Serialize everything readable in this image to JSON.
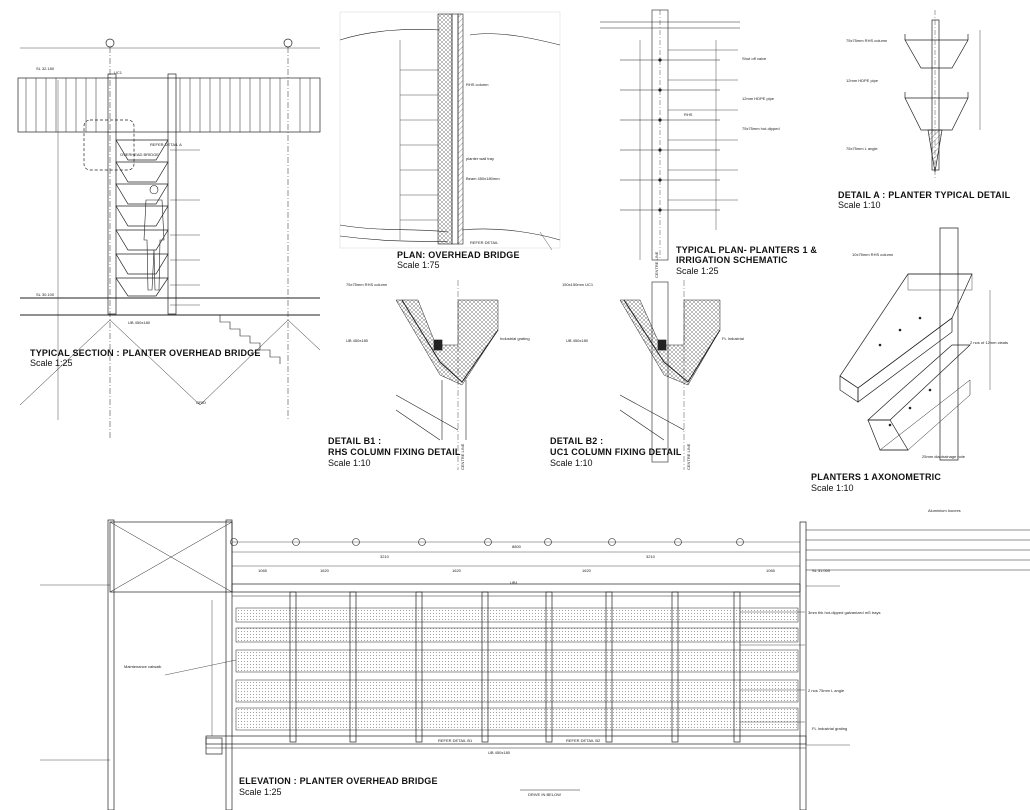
{
  "drawings": {
    "typical_section": {
      "title": "TYPICAL SECTION : PLANTER OVERHEAD BRIDGE",
      "scale": "Scale 1:25"
    },
    "plan_bridge": {
      "title": "PLAN: OVERHEAD BRIDGE",
      "scale": "Scale 1:75"
    },
    "typical_plan": {
      "title_line1": "TYPICAL PLAN- PLANTERS 1 &",
      "title_line2": "IRRIGATION SCHEMATIC",
      "scale": "Scale 1:25"
    },
    "detail_a": {
      "title": "DETAIL A : PLANTER TYPICAL DETAIL",
      "scale": "Scale 1:10"
    },
    "detail_b1": {
      "title_line1": "DETAIL B1 :",
      "title_line2": "RHS COLUMN FIXING DETAIL",
      "scale": "Scale 1:10"
    },
    "detail_b2": {
      "title_line1": "DETAIL B2 :",
      "title_line2": "UC1 COLUMN FIXING DETAIL",
      "scale": "Scale 1:10"
    },
    "axonometric": {
      "title": "PLANTERS 1 AXONOMETRIC",
      "scale": "Scale 1:10"
    },
    "elevation": {
      "title": "ELEVATION : PLANTER OVERHEAD BRIDGE",
      "scale": "Scale 1:25"
    }
  },
  "annotations": {
    "sec_overhead": "OVERHEAD BRIDGE",
    "sec_ub": "UB 450x180",
    "sec_refer": "REFER DETAIL A",
    "sec_uc1": "UC1",
    "sec_grid": "GRID",
    "b1_ub": "UB 450x180",
    "b1_rhs": "75x75mm RHS column",
    "b1_grating": "Industrial grating",
    "b1_centre": "CENTRE LINE",
    "b2_ub": "UB 450x180",
    "b2_uc": "150x150mm UC1",
    "b2_fl": "FL Industrial",
    "b2_centre": "CENTRE LINE",
    "a_rhs": "75x75mm RHS column",
    "a_hdpe": "12mm HDPE pipe",
    "a_angle": "75x75mm L angle",
    "axo_rhs": "10x75mm RHS column",
    "axo_cleat": "2 nos of 12mm cleats",
    "axo_drain": "25mm dia drainage hole",
    "el_ub1": "UB1",
    "el_refer1": "REFER DETAIL B1",
    "el_refer2": "REFER DETAIL B2",
    "el_ub": "UB 450x180",
    "el_drive": "DRIVE IN BELOW",
    "el_fl": "FL Industrial grating",
    "el_rhs": "3mm thk hot-dipped galvanized mS trays",
    "el_angle": "2 nos 75mm L angle",
    "el_maint": "Maintenance catwalk",
    "el_alu": "Aluminium louvres",
    "el_level": "SL 31.000",
    "el_dim_total": "8800",
    "el_dim_a": "3210",
    "el_dim_b": "1065",
    "el_dim_c": "1620",
    "plan_rhs": "RHS column",
    "plan_planter": "planter wall tray",
    "plan_beam": "Beam 450x180mm",
    "plan_refer": "REFER DETAIL",
    "tp_rhs": "RHS",
    "tp_valve": "Shut off valve",
    "tp_pipe": "12mm HDPE pipe",
    "tp_tray": "75x75mm hot-dipped",
    "tp_centre": "CENTRE LINE",
    "sec_lvl_top": "SL 32.180",
    "sec_lvl_bot": "SL 30.100"
  }
}
